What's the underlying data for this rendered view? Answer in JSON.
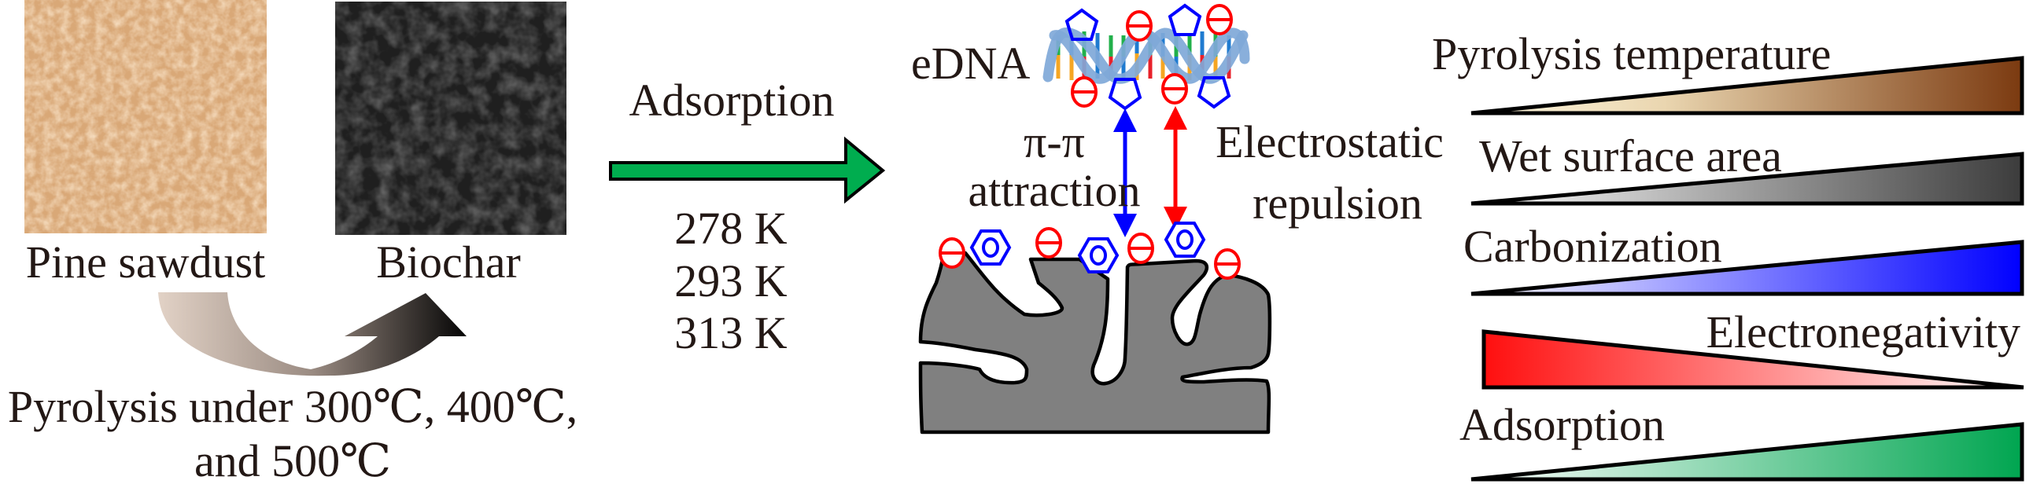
{
  "left_panel": {
    "raw_material_label": "Pine sawdust",
    "product_label": "Biochar",
    "process_line1": "Pyrolysis under 300℃, 400℃,",
    "process_line2": "and 500℃",
    "raw_material_icon": "sawdust-photo",
    "product_icon": "biochar-photo",
    "transform_icon": "curved-arrow"
  },
  "middle_panel": {
    "process_label": "Adsorption",
    "temperatures": [
      "278 K",
      "293 K",
      "313 K"
    ],
    "arrow_color": "#00AD4F"
  },
  "mechanism_panel": {
    "edna_label": "eDNA",
    "pi_label_line1": "π-π",
    "pi_label_line2": "attraction",
    "electro_label_line1": "Electrostatic",
    "electro_label_line2": "repulsion",
    "attraction_color": "#0000FF",
    "repulsion_color": "#FF0000",
    "surface_color": "#808080",
    "negative_charge_symbol": "negative-charge-icon",
    "aromatic_ring_symbol": "benzene-ring-icon",
    "dna_group_symbol": "pentagon-group-icon"
  },
  "trends": [
    {
      "label": "Pyrolysis temperature",
      "direction": "increasing",
      "color_start": "#FFF8E0",
      "color_end": "#7B3A10"
    },
    {
      "label": "Wet surface area",
      "direction": "increasing",
      "color_start": "#FFFFFF",
      "color_end": "#3C3C3C"
    },
    {
      "label": "Carbonization",
      "direction": "increasing",
      "color_start": "#FFFFFF",
      "color_end": "#0000FF"
    },
    {
      "label": "Electronegativity",
      "direction": "decreasing",
      "color_start": "#FF0000",
      "color_end": "#FFFFFF"
    },
    {
      "label": "Adsorption",
      "direction": "increasing",
      "color_start": "#FFFFFF",
      "color_end": "#00A550"
    }
  ]
}
